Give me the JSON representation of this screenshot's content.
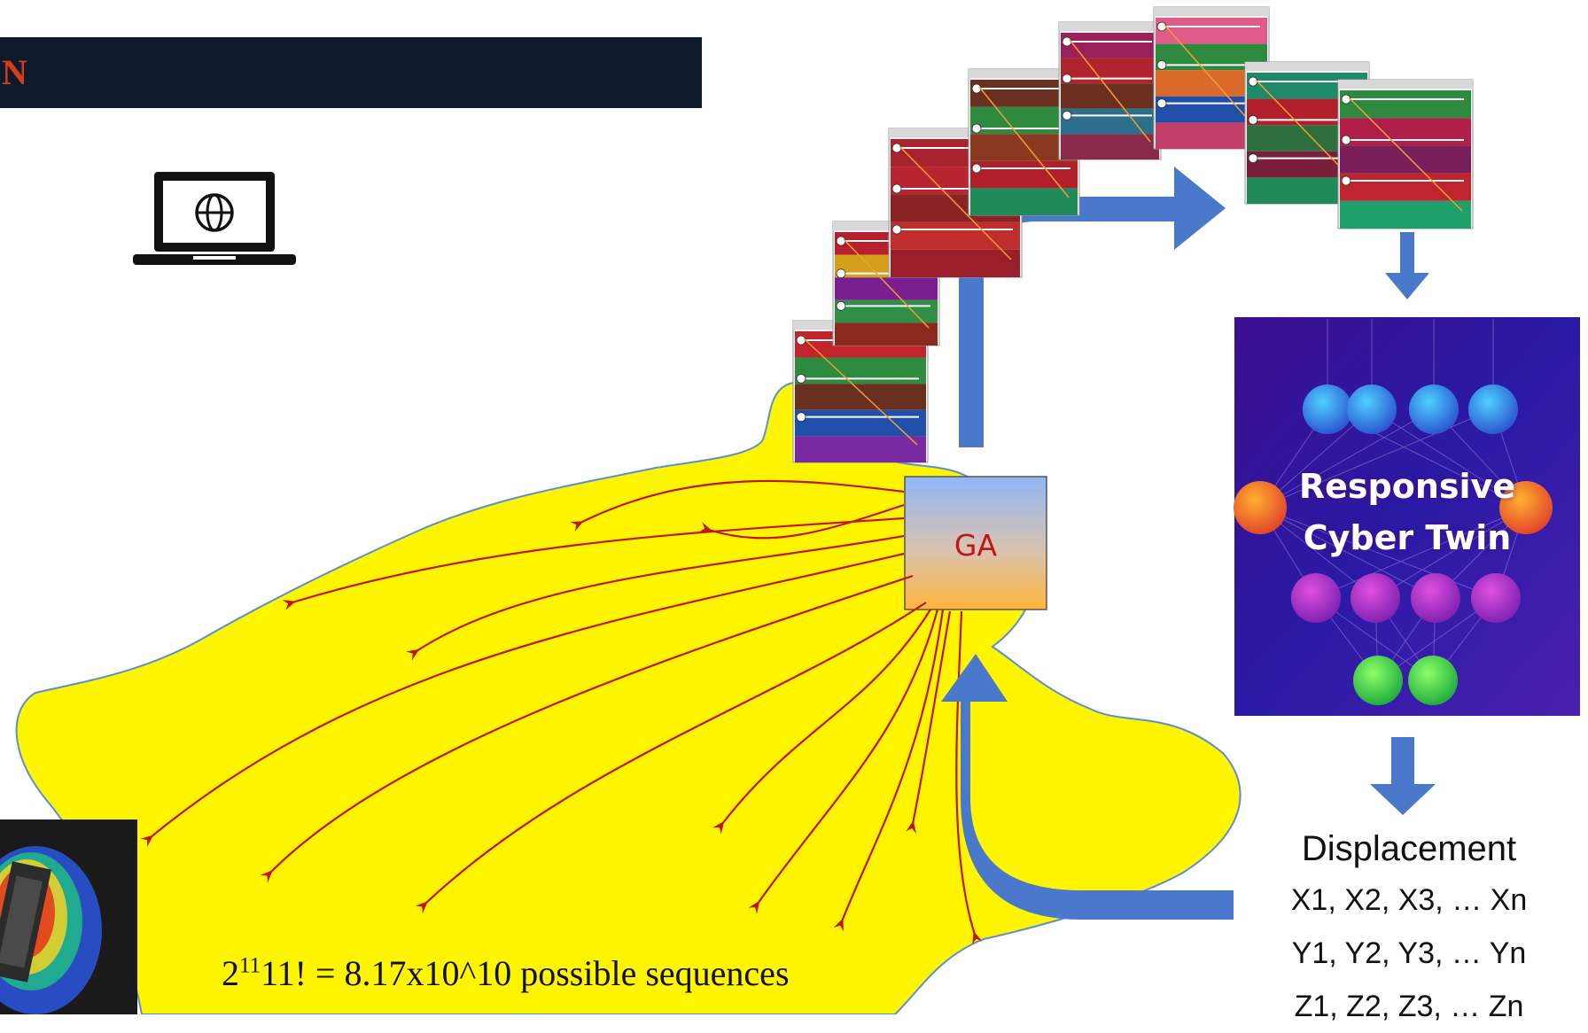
{
  "header": {
    "title": "N"
  },
  "ga_box": {
    "label": "GA"
  },
  "cyber_twin": {
    "label": "Responsive\nCyber Twin"
  },
  "displacement": {
    "title": "Displacement",
    "lines": [
      "X1, X2, X3, … Xn",
      "Y1, Y2, Y3, … Yn",
      "Z1, Z2, Z3, … Zn"
    ]
  },
  "equation": {
    "base": "2",
    "exponent": "11",
    "rest": "11! = 8.17x10^10 possible sequences"
  },
  "colors": {
    "header_bar": "#0c1a2a",
    "header_text": "#d73b1a",
    "region_fill": "#fff500",
    "region_stroke": "#5b8fd0",
    "flow_arrow": "#4a79cc",
    "red_arrows": "#c0151b",
    "ga_text": "#c0151b"
  },
  "icons": [
    "laptop-globe-icon"
  ]
}
